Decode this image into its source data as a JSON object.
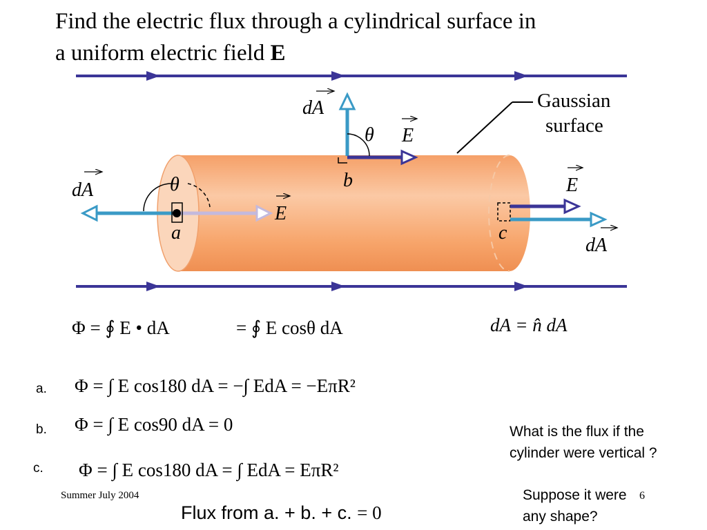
{
  "slide": {
    "title_line1": "Find the electric flux through a cylindrical surface in",
    "title_line2_text": "a uniform electric field ",
    "title_line2_bold": "E",
    "footer_left": "Summer July 2004",
    "page_number": "6"
  },
  "figure": {
    "gaussian_label_1": "Gaussian",
    "gaussian_label_2": "surface",
    "label_dA": "dA",
    "label_E": "E",
    "label_theta": "θ",
    "label_a": "a",
    "label_b": "b",
    "label_c": "c",
    "colors": {
      "field_line": "#3b3597",
      "area_vector": "#3a9ac6",
      "cylinder_light": "#fbd2b4",
      "cylinder_mid": "#f7a66e",
      "cylinder_dark": "#ee8a4a"
    }
  },
  "equations": {
    "general_1": "Φ = ∮ E • dA",
    "general_2": "= ∮ E cosθ dA",
    "dA_def": "dA = n̂ dA",
    "a_label": "a.",
    "a_eq": "Φ = ∫ E cos180 dA = −∫ EdA = −EπR²",
    "b_label": "b.",
    "b_eq": "Φ = ∫ E cos90 dA = 0",
    "c_label": "c.",
    "c_eq": "Φ = ∫ E cos180 dA = ∫ EdA = EπR²",
    "flux_sum_text": "Flux from a. + b. + c.",
    "flux_sum_value": "= 0"
  },
  "notes": {
    "q1_line1": "What is the flux if the",
    "q1_line2": " cylinder were vertical ?",
    "q2_line1": "Suppose it were",
    "q2_line2": " any shape?"
  }
}
